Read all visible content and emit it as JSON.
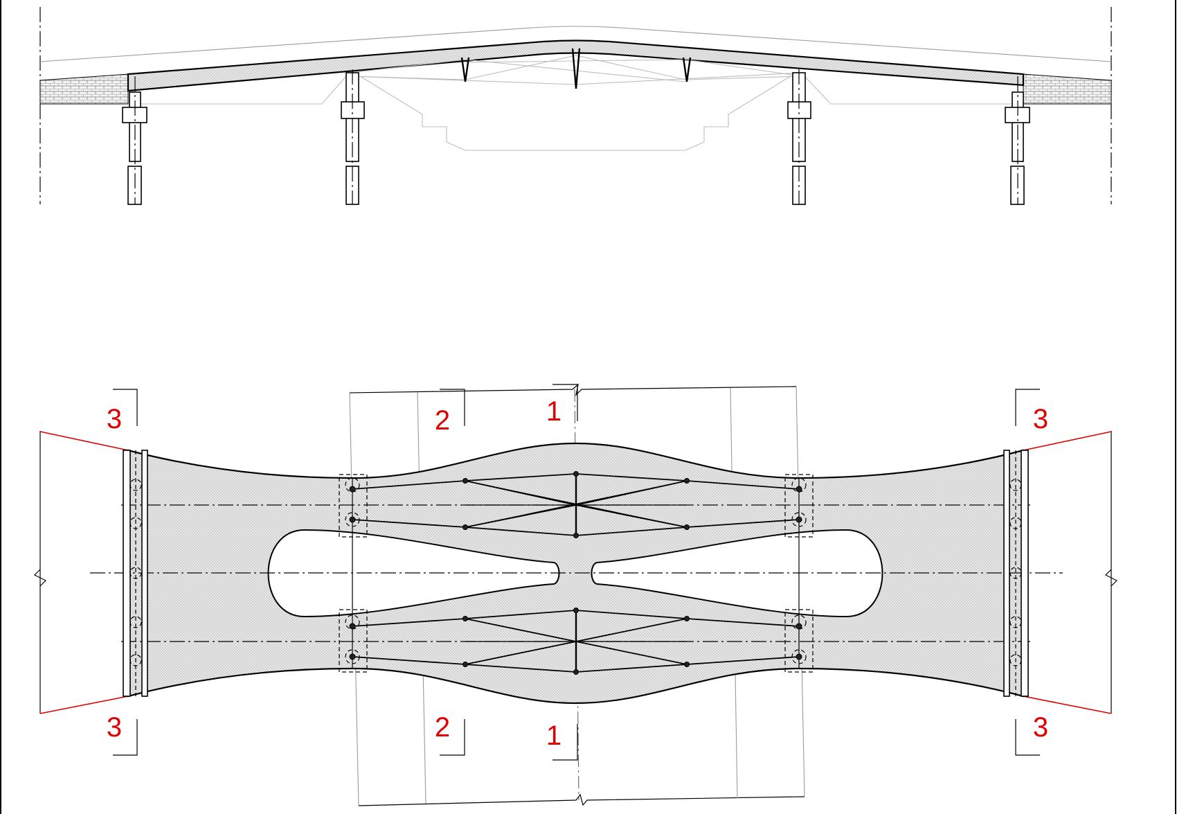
{
  "section_marks": {
    "left_top": "3",
    "left_bottom": "3",
    "right_top": "3",
    "right_bottom": "3",
    "mid_top": "2",
    "mid_bottom": "2",
    "center_top": "1",
    "center_bottom": "1"
  },
  "colors": {
    "line": "#000000",
    "section_mark": "#e00000",
    "fill_hatch": "#d9d9d9",
    "light_line": "#bdbdbd"
  }
}
